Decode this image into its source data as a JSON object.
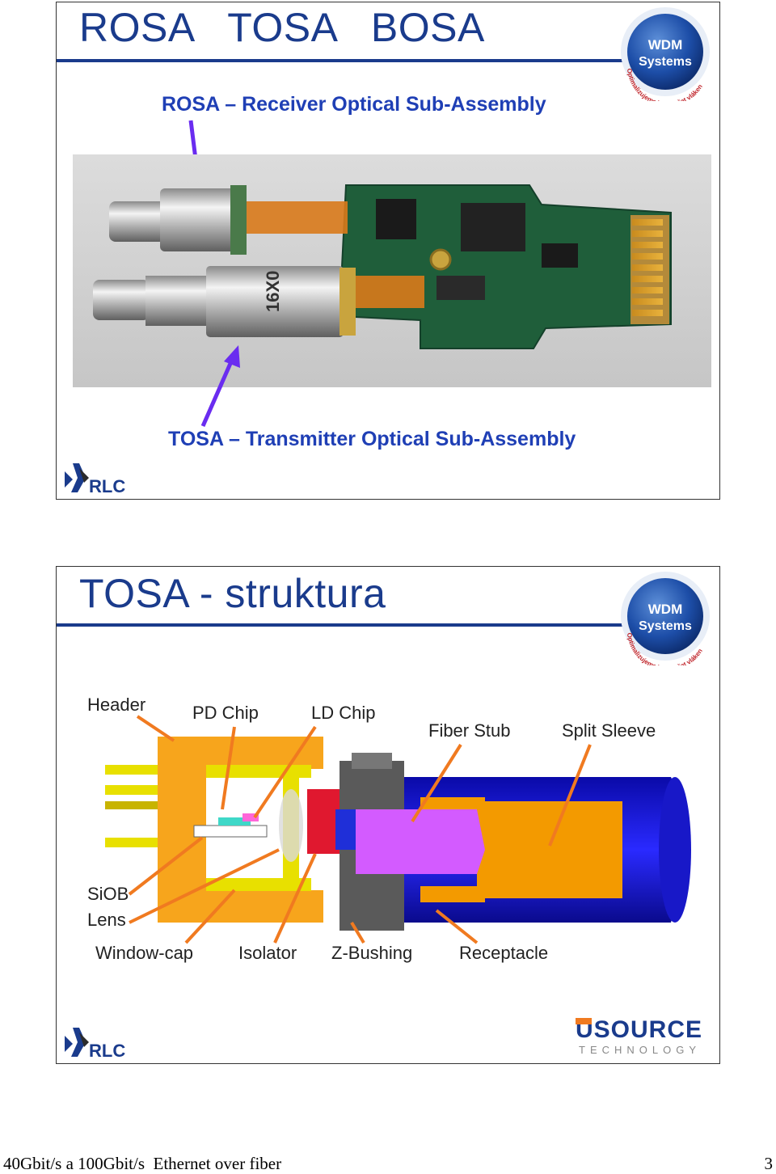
{
  "slide1": {
    "title": "ROSA   TOSA   BOSA",
    "rosa_label": "ROSA – Receiver Optical Sub-Assembly",
    "tosa_label": "TOSA – Transmitter Optical Sub-Assembly"
  },
  "slide2": {
    "title": "TOSA - struktura",
    "callouts": {
      "header": "Header",
      "pd_chip": "PD Chip",
      "ld_chip": "LD Chip",
      "fiber_stub": "Fiber Stub",
      "split_sleeve": "Split Sleeve",
      "siob": "SiOB",
      "lens": "Lens",
      "window_cap": "Window-cap",
      "isolator": "Isolator",
      "z_bushing": "Z-Bushing",
      "receptacle": "Receptacle"
    }
  },
  "logos": {
    "wdm_line1": "WDM",
    "wdm_line2": "Systems",
    "wdm_tagline": "Optimalizujeme Váš počet vláken",
    "rlc": "RLC",
    "usource": "USOURCE",
    "usource_sub": "TECHNOLOGY"
  },
  "footer": {
    "text": "40Gbit/s a 100Gbit/s  Ethernet over fiber",
    "page_number": "3"
  },
  "colors": {
    "title_blue": "#1a3b8c",
    "label_blue": "#1f3fb5",
    "arrow_purple": "#6a2cf0",
    "callout_orange": "#f07a20"
  }
}
